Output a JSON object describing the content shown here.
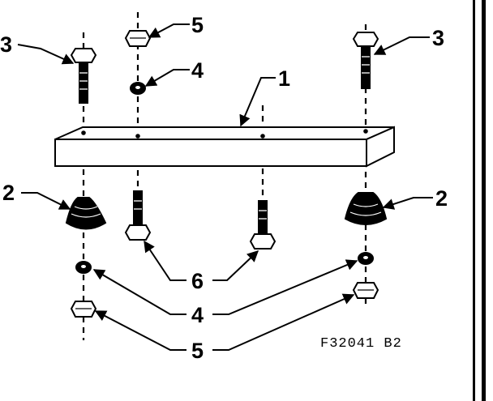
{
  "drawing": {
    "code": "F32041 B2",
    "callouts": {
      "part1": "1",
      "part2_left": "2",
      "part2_right": "2",
      "part3_left": "3",
      "part3_right": "3",
      "part4_top": "4",
      "part4_bottom": "4",
      "part5_top": "5",
      "part5_bottom": "5",
      "part6": "6"
    }
  },
  "colors": {
    "ink": "#000000",
    "paper": "#ffffff"
  }
}
